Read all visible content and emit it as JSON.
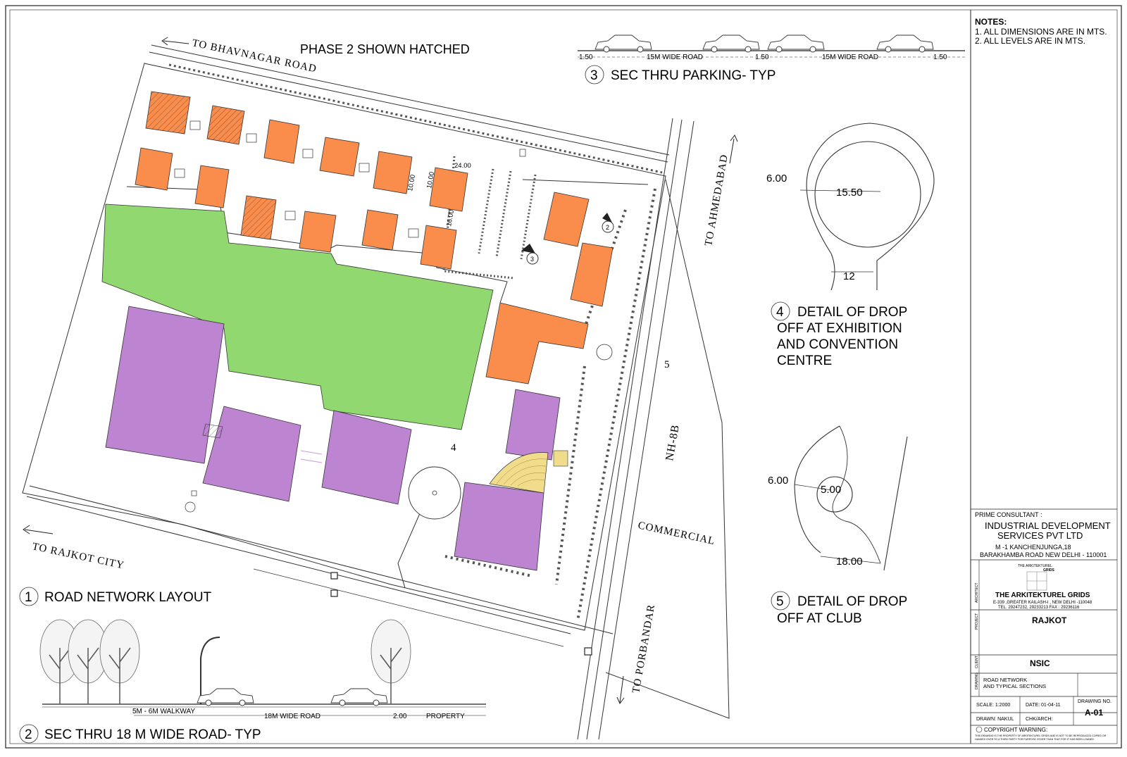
{
  "road_labels": {
    "bhavnagar": "TO  BHAVNAGAR ROAD",
    "rajkot": "TO  RAJKOT CITY",
    "ahmedabad": "TO  AHMEDABAD",
    "porbandar": "TO  PORBANDAR",
    "nh8b": "NH-8B",
    "commercial": "COMMERCIAL",
    "num5": "5",
    "num4": "4"
  },
  "phase_note": "PHASE 2 SHOWN HATCHED",
  "plan_dims": {
    "d24": "24.00",
    "d10": "10.00",
    "d16": "16.00",
    "d10b": "10.00"
  },
  "markers": {
    "m2": "2",
    "m3": "3"
  },
  "titles": [
    {
      "num": "1",
      "text": "ROAD NETWORK LAYOUT"
    },
    {
      "num": "2",
      "text": "SEC THRU 18 M WIDE ROAD- TYP"
    },
    {
      "num": "3",
      "text": "SEC THRU PARKING- TYP"
    },
    {
      "num": "4",
      "lines": [
        "DETAIL OF DROP",
        "OFF AT EXHIBITION",
        "AND CONVENTION",
        "CENTRE"
      ]
    },
    {
      "num": "5",
      "lines": [
        "DETAIL OF DROP",
        "OFF AT  CLUB"
      ]
    }
  ],
  "parking_section": {
    "d1": "1.50",
    "road1": "15M WIDE ROAD",
    "d2": "1.50",
    "road2": "15M WIDE ROAD",
    "d3": "1.50"
  },
  "road_section": {
    "walkway": "5M - 6M WALKWAY",
    "road": "18M WIDE ROAD",
    "gap": "2.00",
    "property": "PROPERTY"
  },
  "detail4": {
    "d1": "6.00",
    "d2": "15.50",
    "d3": "12"
  },
  "detail5": {
    "d1": "6.00",
    "d2": "5.00",
    "d3": "18.00"
  },
  "notes": {
    "title": "NOTES:",
    "n1": "1. ALL DIMENSIONS ARE IN MTS.",
    "n2": "2. ALL LEVELS ARE IN MTS."
  },
  "title_block": {
    "prime_label": "PRIME CONSULTANT :",
    "prime_name1": "INDUSTRIAL DEVELOPMENT",
    "prime_name2": "SERVICES PVT LTD",
    "prime_addr1": "M -1 KANCHENJUNGA,18",
    "prime_addr2": "BARAKHAMBA ROAD NEW DELHI - 110001",
    "logo_top": "THE ARKITEKTUREL",
    "logo_grids": "GRIDS",
    "architect_label": "ARCHITECT",
    "architect_name": "THE ARKITEKTUREL GRIDS",
    "architect_addr1": "E-339 ,GREATER KAILASH-I , NEW DELHI -110048",
    "architect_addr2": "TEL.  29247232, 29233213  FAX :  29236116",
    "project_label": "PROJECT",
    "project": "RAJKOT",
    "client_label": "CLIENT",
    "client": "NSIC",
    "drawing_label": "DRAWING",
    "drawing_name1": "ROAD NETWORK",
    "drawing_name2": "AND TYPICAL SECTIONS",
    "scale": "SCALE: 1:2000",
    "date": "DATE: 01-04-11",
    "drawing_no_label": "DRAWING NO.",
    "drawn": "DRAWN: NAKUL",
    "chk": "CHK/ARCH:",
    "drawing_no": "A-01",
    "copyright": "COPYRIGHT WARNING:",
    "warning1": "THIS DRAWING IS THE PROPERTY OF ARKITEKTUREL GRIDS AND IS NOT TO BE REPRODUCED COPIED OR",
    "warning2": "HANDED OVER TO A THIRD PARTY FOR PURPOSE OTHER THAN THAT FOR IT HAS BEEN LOANED."
  },
  "colors": {
    "orange": "#fa8c4c",
    "green": "#90d86f",
    "purple": "#bd84d1",
    "yellow": "#f0dc8a"
  }
}
